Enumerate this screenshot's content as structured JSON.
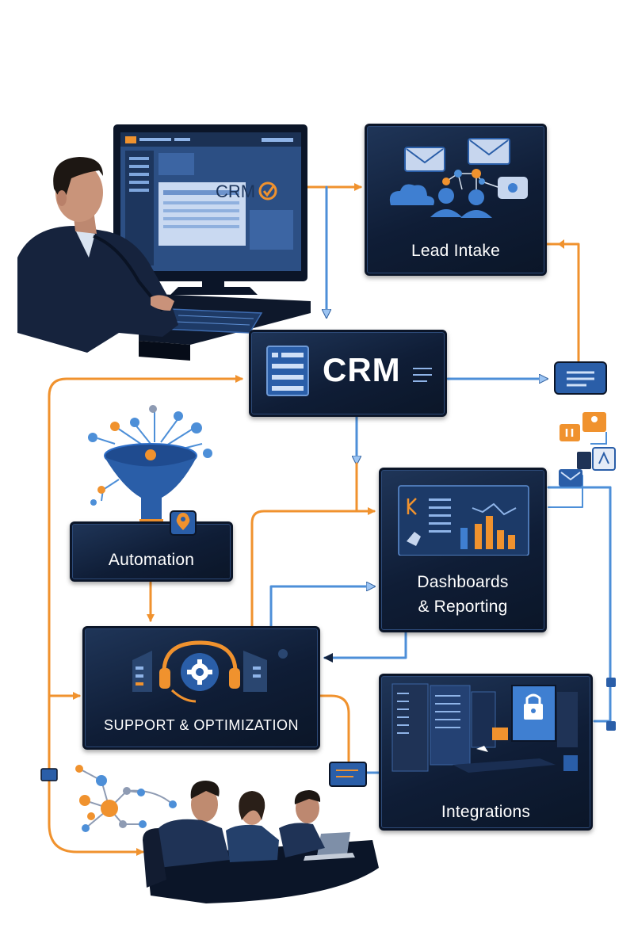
{
  "nodes": {
    "lead_intake": "Lead Intake",
    "crm": "CRM",
    "automation": "Automation",
    "dashboards_line1": "Dashboards",
    "dashboards_line2": "& Reporting",
    "support": "SUPPORT & OPTIMIZATION",
    "integrations": "Integrations"
  },
  "monitor": {
    "screen_label": "CRM"
  },
  "colors": {
    "box_bg": "#13233f",
    "border": "#0b1528",
    "orange": "#f0922e",
    "blue_line": "#4d8fd8",
    "accent_blue": "#3f7fd1"
  }
}
